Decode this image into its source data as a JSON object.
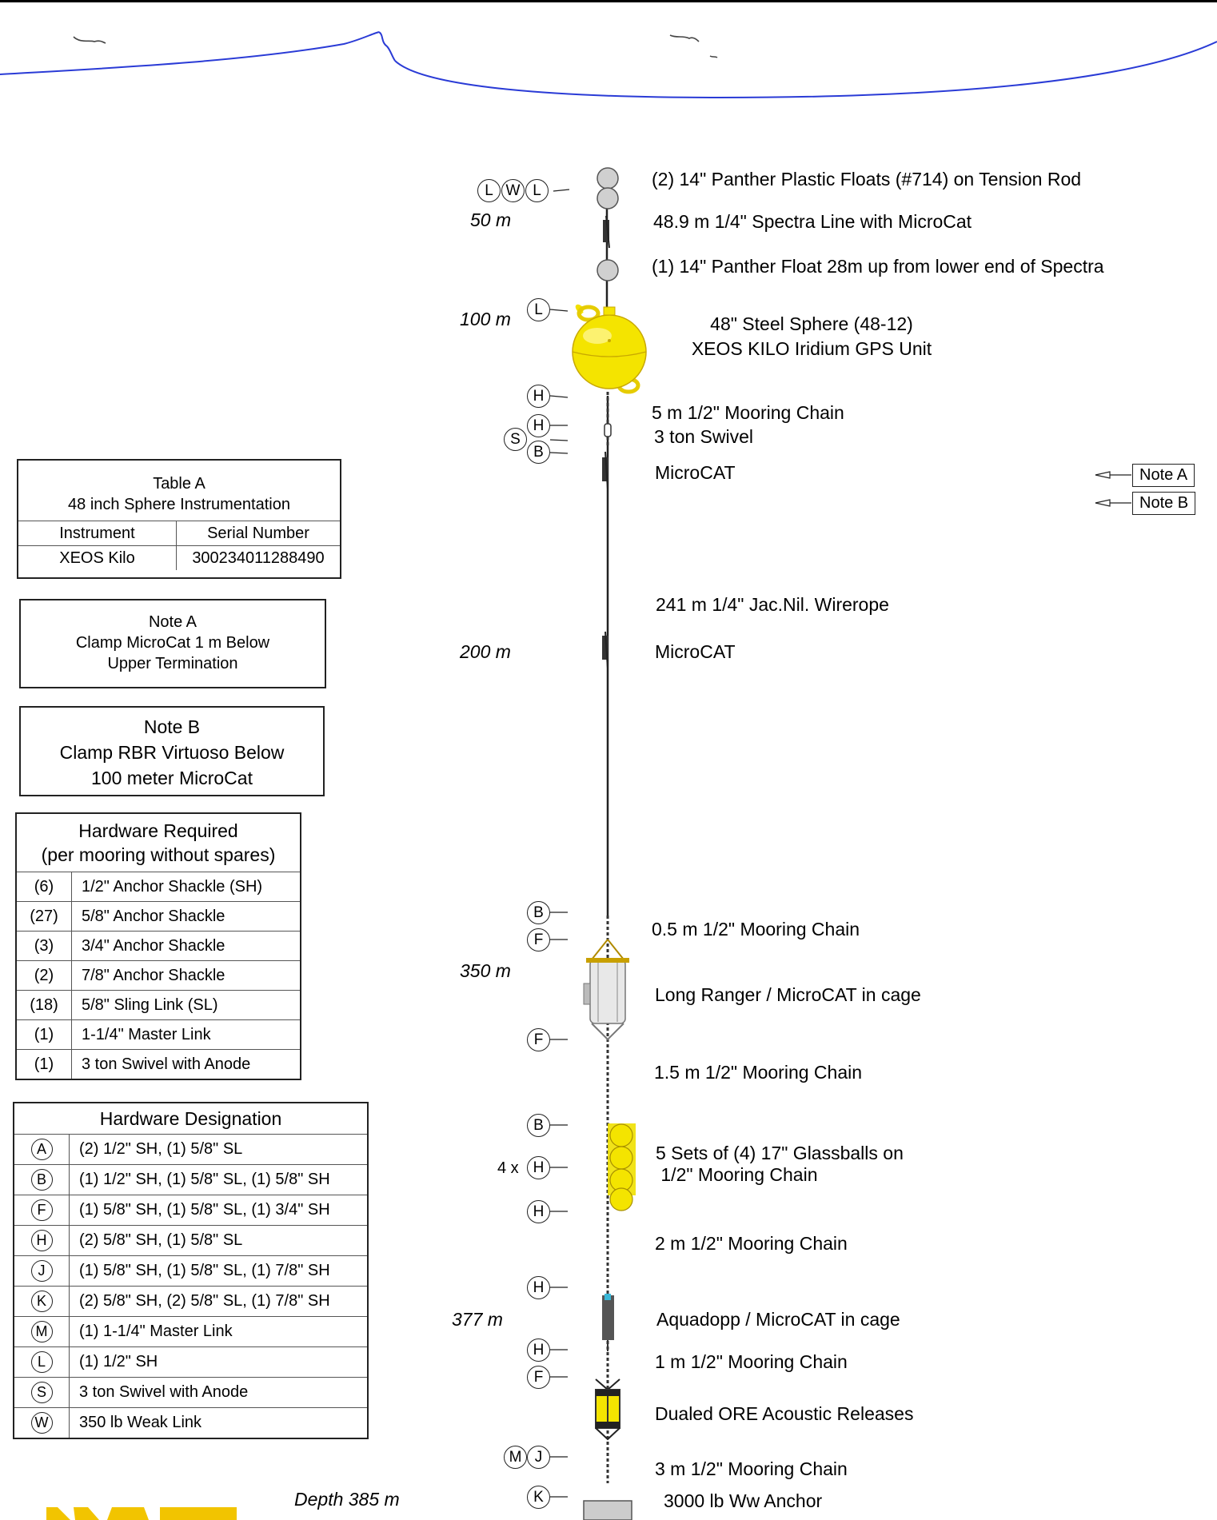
{
  "depths": {
    "d50": "50 m",
    "d100": "100 m",
    "d200": "200 m",
    "d350": "350 m",
    "d377": "377 m",
    "total": "Depth 385 m"
  },
  "components": {
    "floats": "(2) 14\" Panther Plastic Floats  (#714) on Tension Rod",
    "spectra": "48.9 m 1/4\" Spectra Line with MicroCat",
    "panther": "(1) 14\" Panther Float 28m up from lower end of Spectra",
    "sphere_1": "48\" Steel Sphere (48-12)",
    "sphere_2": "XEOS KILO Iridium GPS Unit",
    "chain5": "5 m  1/2\" Mooring Chain",
    "swivel": "3 ton Swivel",
    "microcat1": "MicroCAT",
    "wirerope": "241 m 1/4\" Jac.Nil. Wirerope",
    "microcat2": "MicroCAT",
    "chain05": "0.5 m  1/2\" Mooring Chain",
    "longranger": "Long Ranger / MicroCAT in cage",
    "chain15": "1.5 m  1/2\" Mooring Chain",
    "glass_1": "5 Sets of (4) 17\" Glassballs on",
    "glass_2": " 1/2\" Mooring Chain",
    "chain2": "2 m  1/2\" Mooring Chain",
    "aquadopp": "Aquadopp / MicroCAT in cage",
    "chain1": "1 m  1/2\" Mooring Chain",
    "releases": "Dualed ORE Acoustic Releases",
    "chain3": "3 m  1/2\" Mooring Chain",
    "anchor": "3000 lb Ww  Anchor"
  },
  "codes": {
    "L": "L",
    "W": "W",
    "H": "H",
    "S": "S",
    "B": "B",
    "F": "F",
    "M": "M",
    "J": "J",
    "K": "K",
    "mult": "4 x"
  },
  "side_notes": {
    "a": "Note A",
    "b": "Note B"
  },
  "table_a": {
    "title": "Table A",
    "subtitle": "48 inch Sphere Instrumentation",
    "col1": "Instrument",
    "col2": "Serial Number",
    "row_inst": "XEOS Kilo",
    "row_serial": "300234011288490"
  },
  "note_a": {
    "title": "Note A",
    "line1": "Clamp MicroCat 1 m Below",
    "line2": "Upper Termination"
  },
  "note_b": {
    "title": "Note B",
    "line1": "Clamp RBR Virtuoso Below",
    "line2": "100 meter MicroCat"
  },
  "hardware_required": {
    "title": "Hardware Required",
    "subtitle": "(per mooring without spares)",
    "rows": [
      {
        "qty": "(6)",
        "item": "1/2\" Anchor Shackle (SH)"
      },
      {
        "qty": "(27)",
        "item": "5/8\" Anchor Shackle"
      },
      {
        "qty": "(3)",
        "item": "3/4\" Anchor Shackle"
      },
      {
        "qty": "(2)",
        "item": "7/8\" Anchor Shackle"
      },
      {
        "qty": "(18)",
        "item": "5/8\" Sling Link (SL)"
      },
      {
        "qty": "(1)",
        "item": "1-1/4\" Master Link"
      },
      {
        "qty": "(1)",
        "item": "3 ton Swivel with Anode"
      }
    ]
  },
  "hardware_designation": {
    "title": "Hardware Designation",
    "rows": [
      {
        "code": "A",
        "desc": "(2) 1/2\" SH, (1) 5/8\" SL"
      },
      {
        "code": "B",
        "desc": "(1) 1/2\" SH, (1) 5/8\" SL, (1) 5/8\" SH"
      },
      {
        "code": "F",
        "desc": "(1) 5/8\" SH, (1) 5/8\" SL, (1) 3/4\" SH"
      },
      {
        "code": "H",
        "desc": "(2) 5/8\" SH, (1) 5/8\" SL"
      },
      {
        "code": "J",
        "desc": "(1) 5/8\" SH, (1) 5/8\" SL, (1) 7/8\" SH"
      },
      {
        "code": "K",
        "desc": "(2) 5/8\" SH, (2) 5/8\" SL, (1) 7/8\" SH"
      },
      {
        "code": "M",
        "desc": "(1) 1-1/4\" Master Link"
      },
      {
        "code": "L",
        "desc": "(1) 1/2\" SH"
      },
      {
        "code": "S",
        "desc": "3 ton Swivel with Anode"
      },
      {
        "code": "W",
        "desc": "350 lb Weak Link"
      }
    ]
  },
  "colors": {
    "sea": "#2a3bd6",
    "sphere": "#f2e000",
    "float": "#d0d0d0",
    "logo": "#f2c400"
  }
}
